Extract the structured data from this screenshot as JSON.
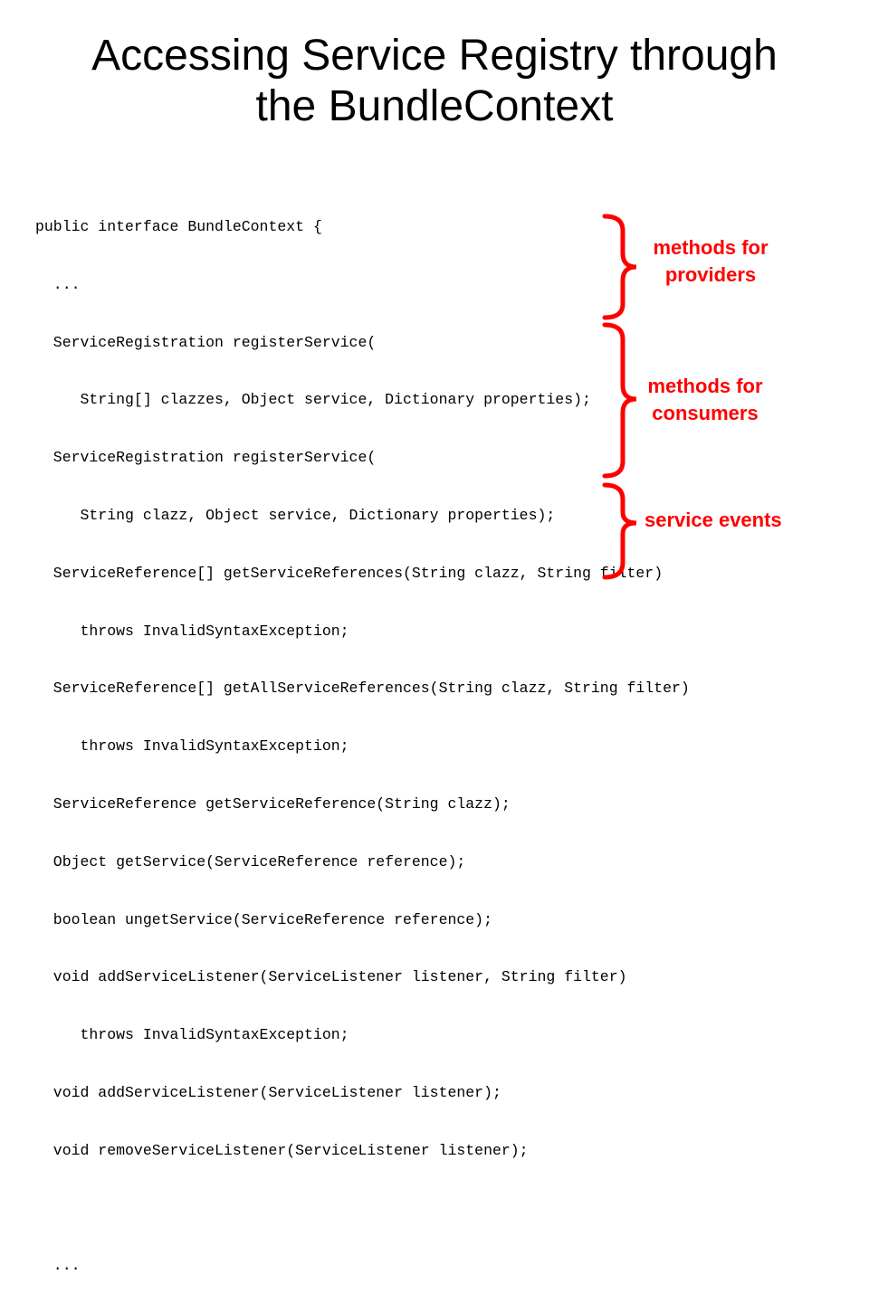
{
  "slide": {
    "title_lines": [
      "Accessing Service Registry through",
      "the BundleContext"
    ]
  },
  "code": {
    "lines": [
      "public interface BundleContext {",
      "  ...",
      "  ServiceRegistration registerService(",
      "     String[] clazzes, Object service, Dictionary properties);",
      "  ServiceRegistration registerService(",
      "     String clazz, Object service, Dictionary properties);",
      "  ServiceReference[] getServiceReferences(String clazz, String filter)",
      "     throws InvalidSyntaxException;",
      "  ServiceReference[] getAllServiceReferences(String clazz, String filter)",
      "     throws InvalidSyntaxException;",
      "  ServiceReference getServiceReference(String clazz);",
      "  Object getService(ServiceReference reference);",
      "  boolean ungetService(ServiceReference reference);",
      "  void addServiceListener(ServiceListener listener, String filter)",
      "     throws InvalidSyntaxException;",
      "  void addServiceListener(ServiceListener listener);",
      "  void removeServiceListener(ServiceListener listener);",
      "",
      "  ...",
      "}"
    ]
  },
  "annotations": {
    "providers": [
      "methods for",
      "providers"
    ],
    "consumers": [
      "methods for",
      "consumers"
    ],
    "events": [
      "service events"
    ]
  },
  "colors": {
    "accent": "#ff0000",
    "text": "#000000",
    "background": "#ffffff"
  }
}
